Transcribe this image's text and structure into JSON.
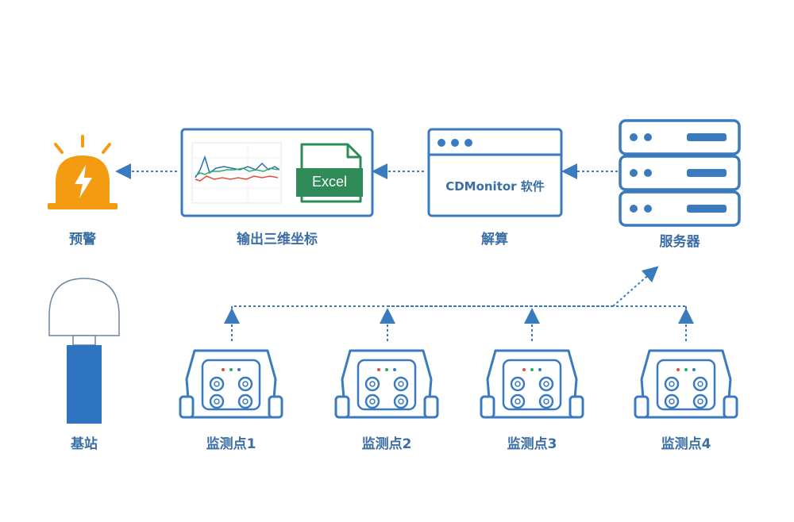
{
  "labels": {
    "warning": "预警",
    "output": "输出三维坐标",
    "solve": "解算",
    "server": "服务器",
    "base_station": "基站",
    "point1": "监测点1",
    "point2": "监测点2",
    "point3": "监测点3",
    "point4": "监测点4"
  },
  "software_name": "CDMonitor 软件",
  "excel_text": "Excel",
  "icons": [
    "alarm-light-icon",
    "chart-icon",
    "excel-icon",
    "browser-window-icon",
    "server-rack-icon",
    "gnss-antenna-icon",
    "monitoring-device-icon"
  ],
  "colors": {
    "primary": "#3a7bc0",
    "label": "#3a6ea5",
    "alarm": "#f39c12",
    "excel": "#2e8b57"
  }
}
